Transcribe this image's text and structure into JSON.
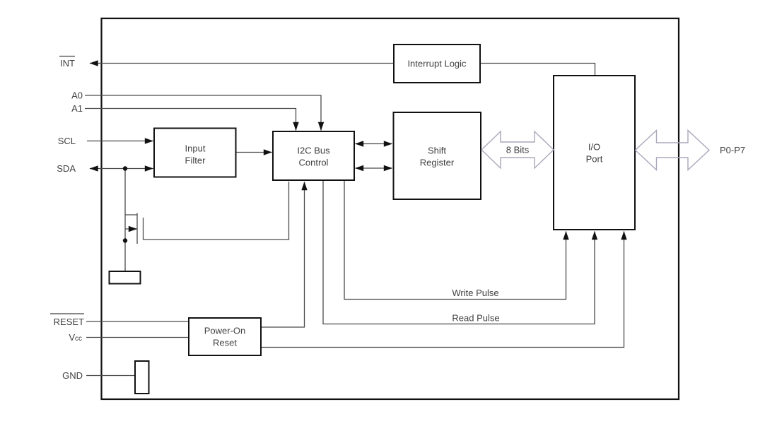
{
  "pins": {
    "int": "INT",
    "a0": "A0",
    "a1": "A1",
    "scl": "SCL",
    "sda": "SDA",
    "reset": "RESET",
    "vcc_main": "V",
    "vcc_sub": "cc",
    "gnd": "GND",
    "p0_p7": "P0-P7"
  },
  "blocks": {
    "interrupt_logic": {
      "label": "Interrupt Logic"
    },
    "input_filter": {
      "line1": "Input",
      "line2": "Filter"
    },
    "i2c_bus_control": {
      "line1": "I2C Bus",
      "line2": "Control"
    },
    "shift_register": {
      "line1": "Shift",
      "line2": "Register"
    },
    "io_port": {
      "line1": "I/O",
      "line2": "Port"
    },
    "power_on_reset": {
      "line1": "Power-On",
      "line2": "Reset"
    }
  },
  "buses": {
    "internal_bus_label": "8 Bits"
  },
  "signals": {
    "write_pulse": "Write Pulse",
    "read_pulse": "Read Pulse"
  },
  "colors": {
    "background": "#ffffff",
    "block_border": "#111111",
    "connector": "#4a4a4a",
    "text": "#404040",
    "bus_arrow_outline": "#a9a9bb"
  }
}
